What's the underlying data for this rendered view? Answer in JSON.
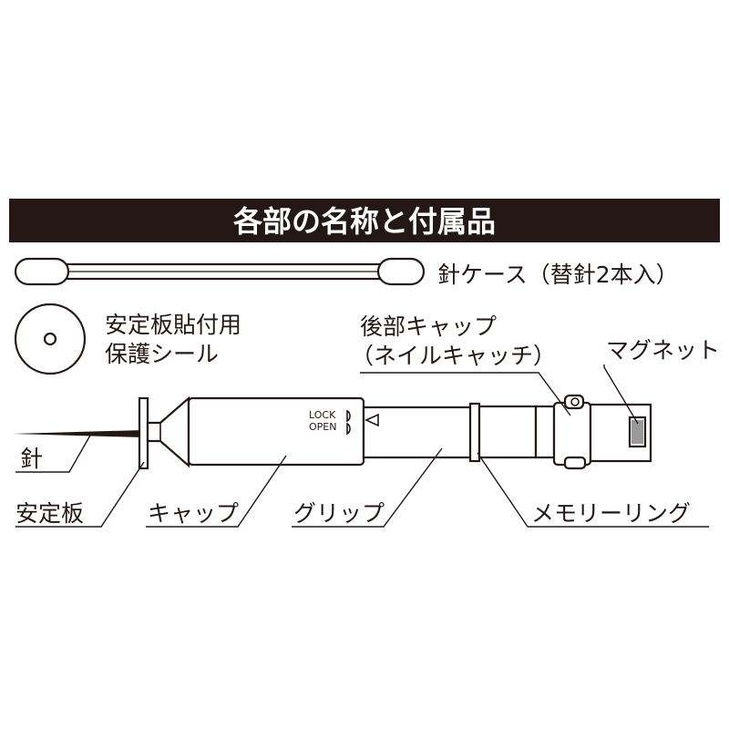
{
  "title": "各部の名称と付属品",
  "accessories": {
    "needle_case": "針ケース（替針2本入）",
    "seal_line1": "安定板貼付用",
    "seal_line2": "保護シール"
  },
  "parts": {
    "rear_cap_line1": "後部キャップ",
    "rear_cap_line2": "（ネイルキャッチ）",
    "magnet": "マグネット",
    "lock": "LOCK",
    "open": "OPEN",
    "needle": "針",
    "stabilizer": "安定板",
    "cap": "キャップ",
    "grip": "グリップ",
    "memory_ring": "メモリーリング"
  },
  "colors": {
    "ink": "#231815",
    "banner": "#231815",
    "magnet_fill": "#9a9a9a"
  }
}
